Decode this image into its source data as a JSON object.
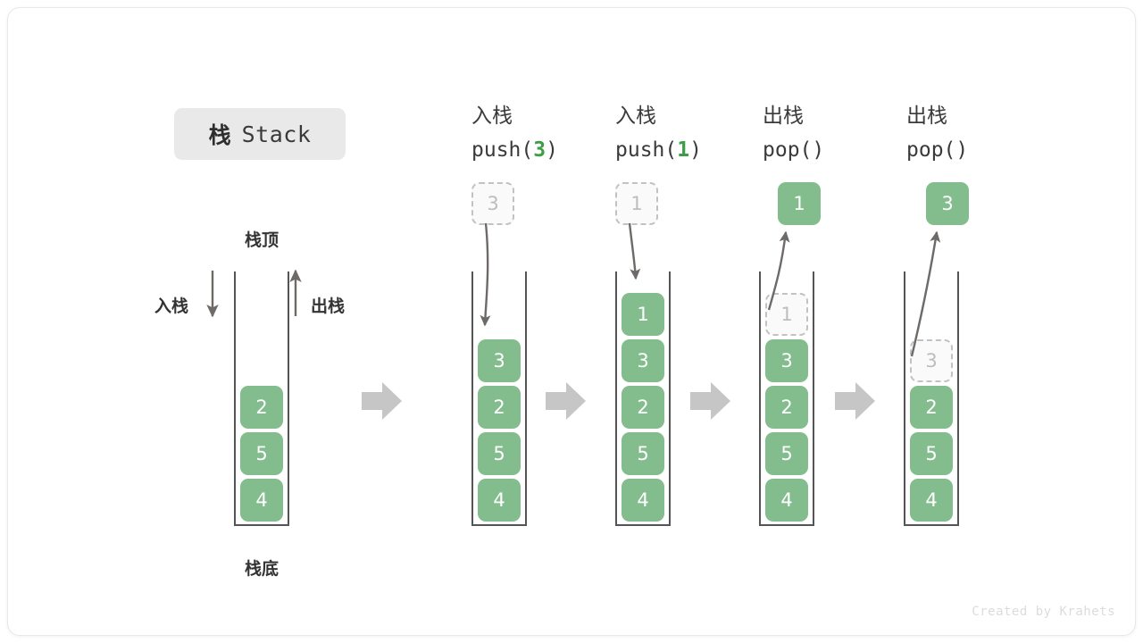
{
  "title": {
    "cn": "栈",
    "en": "Stack"
  },
  "labels": {
    "top": "栈顶",
    "bottom": "栈底",
    "push": "入栈",
    "pop": "出栈"
  },
  "credit": "Created by Krahets",
  "colors": {
    "cell_fill": "#83bd8e",
    "cell_text": "#ffffff",
    "ghost_border": "#c2c2c2",
    "ghost_text": "#bdbdbd",
    "arrow": "#6e6a68",
    "step_arrow": "#c6c6c6",
    "accent_green": "#3d9e47",
    "chip_bg": "#e9e9e9"
  },
  "columns": [
    {
      "id": "initial",
      "header_cn": "",
      "header_code": "",
      "cells": [
        {
          "value": "2",
          "state": "filled"
        },
        {
          "value": "5",
          "state": "filled"
        },
        {
          "value": "4",
          "state": "filled"
        }
      ],
      "float": null
    },
    {
      "id": "push-3",
      "header_cn": "入栈",
      "header_code_prefix": "push(",
      "header_code_arg": "3",
      "header_code_suffix": ")",
      "cells": [
        {
          "value": "3",
          "state": "filled"
        },
        {
          "value": "2",
          "state": "filled"
        },
        {
          "value": "5",
          "state": "filled"
        },
        {
          "value": "4",
          "state": "filled"
        }
      ],
      "float": {
        "value": "3",
        "state": "ghost"
      }
    },
    {
      "id": "push-1",
      "header_cn": "入栈",
      "header_code_prefix": "push(",
      "header_code_arg": "1",
      "header_code_suffix": ")",
      "cells": [
        {
          "value": "1",
          "state": "filled"
        },
        {
          "value": "3",
          "state": "filled"
        },
        {
          "value": "2",
          "state": "filled"
        },
        {
          "value": "5",
          "state": "filled"
        },
        {
          "value": "4",
          "state": "filled"
        }
      ],
      "float": {
        "value": "1",
        "state": "ghost"
      }
    },
    {
      "id": "pop-1",
      "header_cn": "出栈",
      "header_code_prefix": "pop(",
      "header_code_arg": "",
      "header_code_suffix": ")",
      "cells": [
        {
          "value": "1",
          "state": "ghost"
        },
        {
          "value": "3",
          "state": "filled"
        },
        {
          "value": "2",
          "state": "filled"
        },
        {
          "value": "5",
          "state": "filled"
        },
        {
          "value": "4",
          "state": "filled"
        }
      ],
      "float": {
        "value": "1",
        "state": "filled"
      }
    },
    {
      "id": "pop-3",
      "header_cn": "出栈",
      "header_code_prefix": "pop(",
      "header_code_arg": "",
      "header_code_suffix": ")",
      "cells": [
        {
          "value": "3",
          "state": "ghost"
        },
        {
          "value": "2",
          "state": "filled"
        },
        {
          "value": "5",
          "state": "filled"
        },
        {
          "value": "4",
          "state": "filled"
        }
      ],
      "float": {
        "value": "3",
        "state": "filled"
      }
    }
  ],
  "chart_data": {
    "type": "diagram",
    "title": "栈 Stack",
    "description": "Stack push/pop operation sequence",
    "steps": [
      {
        "op": "initial",
        "stack_top_to_bottom": [
          "2",
          "5",
          "4"
        ],
        "returned": null
      },
      {
        "op": "push(3)",
        "stack_top_to_bottom": [
          "3",
          "2",
          "5",
          "4"
        ],
        "returned": null
      },
      {
        "op": "push(1)",
        "stack_top_to_bottom": [
          "1",
          "3",
          "2",
          "5",
          "4"
        ],
        "returned": null
      },
      {
        "op": "pop()",
        "stack_top_to_bottom": [
          "3",
          "2",
          "5",
          "4"
        ],
        "returned": "1"
      },
      {
        "op": "pop()",
        "stack_top_to_bottom": [
          "2",
          "5",
          "4"
        ],
        "returned": "3"
      }
    ]
  }
}
